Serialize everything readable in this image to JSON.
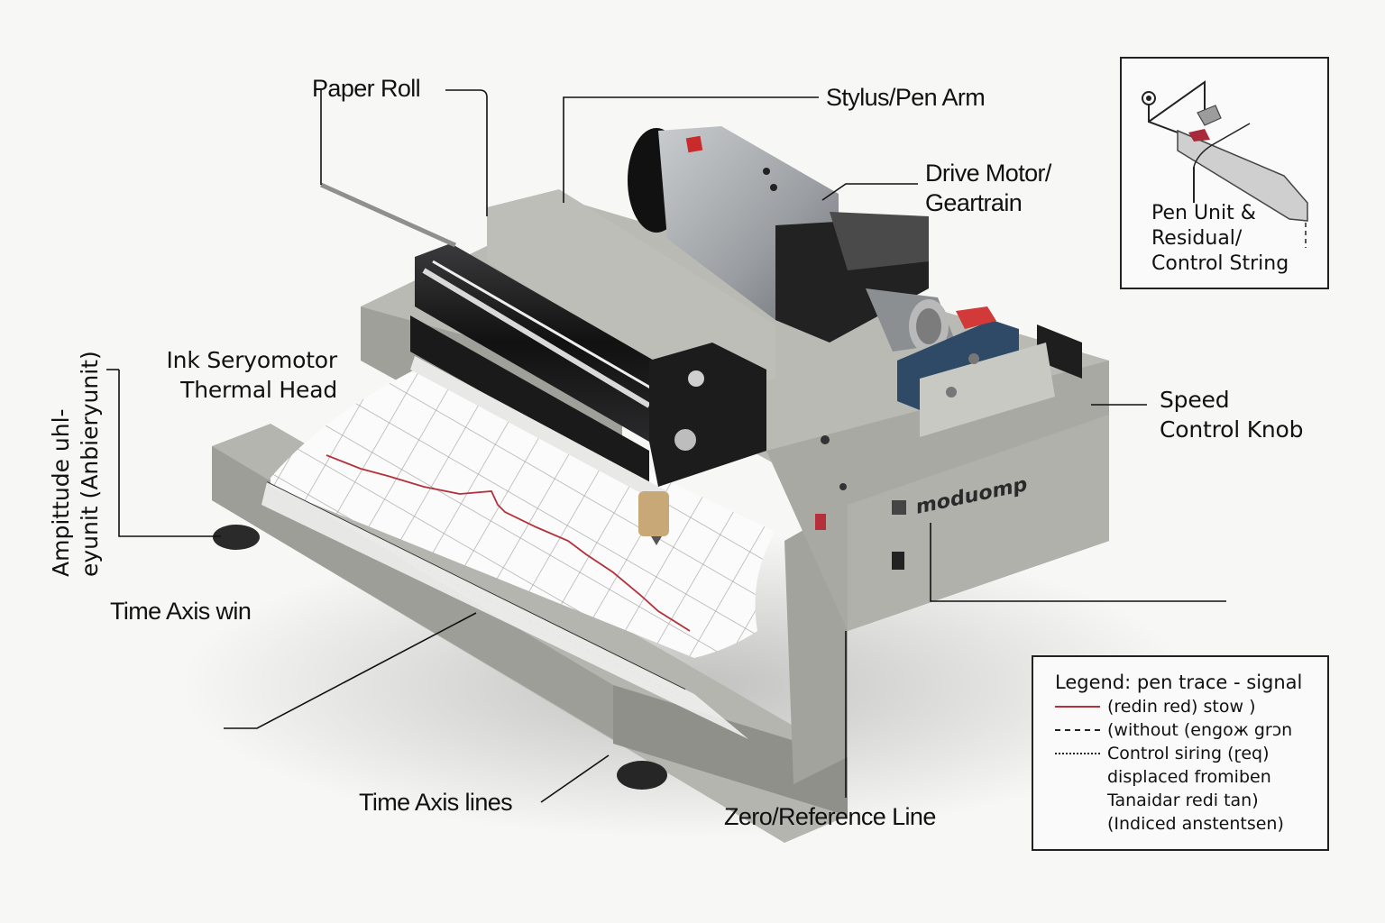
{
  "diagram": {
    "subject": "Strip chart recorder (isometric product illustration with callouts)",
    "brand_text": "moduomp",
    "callouts": [
      {
        "id": "paper-roll",
        "label": "Paper Roll"
      },
      {
        "id": "stylus-pen-arm",
        "label": "Stylus/Pen Arm"
      },
      {
        "id": "drive-motor",
        "label_line1": "Drive Motor/",
        "label_line2": "Geartrain"
      },
      {
        "id": "ink-servomotor",
        "label_line1": "Ink Seryomotor",
        "label_line2": "Thermal Head"
      },
      {
        "id": "amplitude-axis",
        "label_line1": "Ampittude uhl-",
        "label_line2": "eyunit (Anbieryunit)"
      },
      {
        "id": "speed-control-knob",
        "label_line1": "Speed",
        "label_line2": "Control Knob"
      },
      {
        "id": "time-axis-win",
        "label": "Time Axis win"
      },
      {
        "id": "time-axis-lines",
        "label": "Time Axis lines"
      },
      {
        "id": "zero-reference-line",
        "label": "Zero/Reference Line"
      }
    ],
    "inset": {
      "label_line1": "Pen Unit &",
      "label_line2": "Residual/",
      "label_line3": "Control String"
    },
    "legend": {
      "title": "Legend: pen trace - signal",
      "items": [
        {
          "style": "solid-red",
          "color": "#b5303a",
          "text": "(redin red) stow )"
        },
        {
          "style": "dashed",
          "color": "#222222",
          "text": "(without (engoж grɔn"
        },
        {
          "style": "dotted",
          "color": "#222222",
          "text": "Control siring (ɽeq)"
        }
      ],
      "extra_lines": [
        "displaced fromiben",
        "Tanaidar redi tan)",
        "(Indiced anstentsen)"
      ]
    },
    "colors": {
      "background": "#f7f7f6",
      "chassis": "#a9aaa3",
      "chassis_light": "#c6c7c1",
      "chassis_dark": "#7d7e78",
      "roller_black": "#1c1c1e",
      "trace_red": "#b5303a",
      "motor_label_blue": "#2f4a66",
      "accent_red": "#d23a3a"
    }
  }
}
